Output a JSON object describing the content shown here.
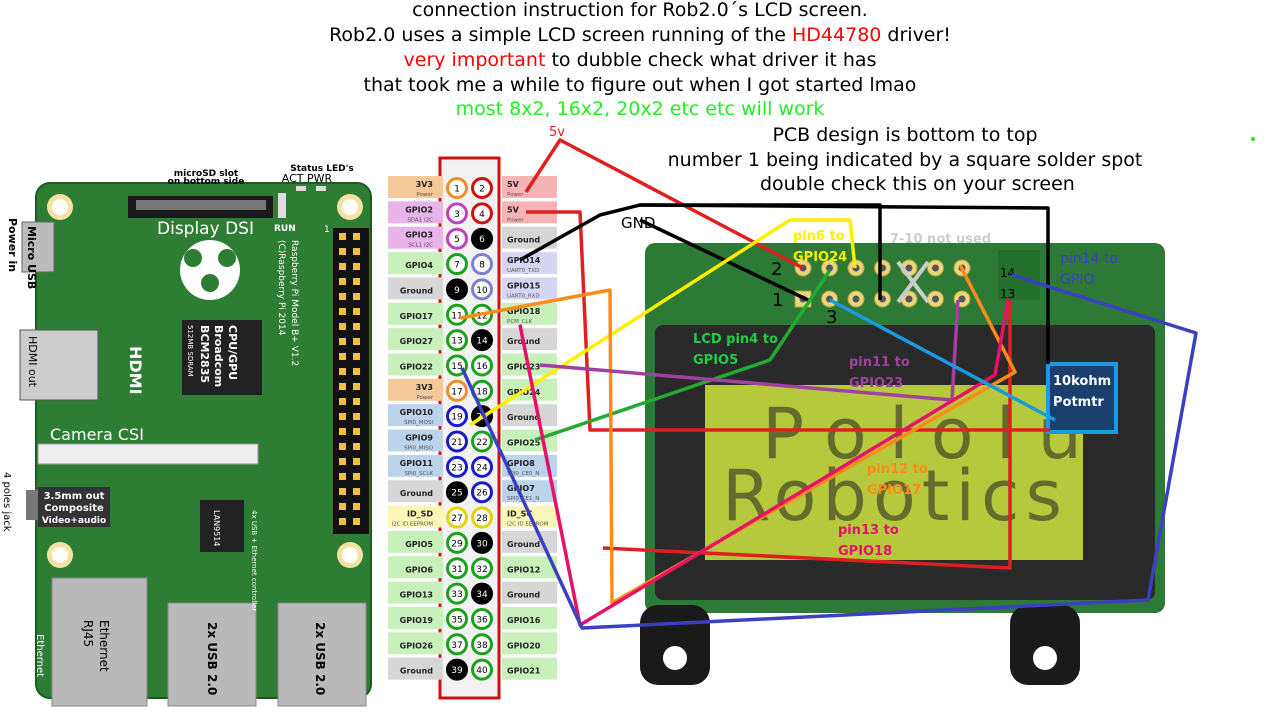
{
  "header": {
    "line1": "connection instruction for Rob2.0´s LCD screen.",
    "line2a": "Rob2.0 uses a simple LCD screen running of the ",
    "line2b": "HD44780",
    "line2c": " driver!",
    "line3a": "very important",
    "line3b": " to dubble check what driver it has",
    "line4": "that took me a while to figure out when I got started lmao",
    "line5": "most 8x2, 16x2, 20x2 etc etc will work"
  },
  "pcb_note": {
    "line1": "PCB design is bottom to top",
    "line2": "number 1 being indicated by a square solder spot",
    "line3": "double check this on your screen"
  },
  "rpi": {
    "microsd": "microSD slot",
    "microsd2": "on bottom side",
    "status": "Status LED's",
    "act": "ACT PWR",
    "run": "RUN",
    "dsi": "Display DSI",
    "power": "Power in",
    "usb": "Micro USB",
    "hdmi": "HDMI",
    "hdmi_out": "HDMI out",
    "csi": "Camera CSI",
    "cpu": "CPU/GPU",
    "cpu2": "Broadcom",
    "cpu3": "BCM2835",
    "cpu4": "512MB SDRAM",
    "model": "Raspberry Pi Model B+ V1.2",
    "copy": "(C)Raspberry Pi 2014",
    "audio1": "3.5mm out",
    "audio2": "Composite",
    "audio3": "Video+audio",
    "jack": "4 poles jack",
    "lan": "LAN9514",
    "lan_ctrl": "4x USB + Ethernet controller",
    "eth": "Ethernet",
    "rj": "RJ45",
    "usb_a": "2x USB 2.0",
    "usb_b": "2x USB 2.0",
    "eth_side": "Ethernet",
    "one": "1"
  },
  "pins_left": [
    {
      "n": "1",
      "name": "3V3",
      "sub": "Power"
    },
    {
      "n": "3",
      "name": "GPIO2",
      "sub": "SDA1 I2C"
    },
    {
      "n": "5",
      "name": "GPIO3",
      "sub": "SCL1 I2C"
    },
    {
      "n": "7",
      "name": "GPIO4",
      "sub": ""
    },
    {
      "n": "9",
      "name": "Ground",
      "sub": ""
    },
    {
      "n": "11",
      "name": "GPIO17",
      "sub": ""
    },
    {
      "n": "13",
      "name": "GPIO27",
      "sub": ""
    },
    {
      "n": "15",
      "name": "GPIO22",
      "sub": ""
    },
    {
      "n": "17",
      "name": "3V3",
      "sub": "Power"
    },
    {
      "n": "19",
      "name": "GPIO10",
      "sub": "SPI0_MOSI"
    },
    {
      "n": "21",
      "name": "GPIO9",
      "sub": "SPI0_MISO"
    },
    {
      "n": "23",
      "name": "GPIO11",
      "sub": "SPI0_SCLK"
    },
    {
      "n": "25",
      "name": "Ground",
      "sub": ""
    },
    {
      "n": "27",
      "name": "ID_SD",
      "sub": "I2C ID EEPROM"
    },
    {
      "n": "29",
      "name": "GPIO5",
      "sub": ""
    },
    {
      "n": "31",
      "name": "GPIO6",
      "sub": ""
    },
    {
      "n": "33",
      "name": "GPIO13",
      "sub": ""
    },
    {
      "n": "35",
      "name": "GPIO19",
      "sub": ""
    },
    {
      "n": "37",
      "name": "GPIO26",
      "sub": ""
    },
    {
      "n": "39",
      "name": "Ground",
      "sub": ""
    }
  ],
  "pins_right": [
    {
      "n": "2",
      "name": "5V",
      "sub": "Power"
    },
    {
      "n": "4",
      "name": "5V",
      "sub": "Power"
    },
    {
      "n": "6",
      "name": "Ground",
      "sub": ""
    },
    {
      "n": "8",
      "name": "GPIO14",
      "sub": "UART0_TXD"
    },
    {
      "n": "10",
      "name": "GPIO15",
      "sub": "UART0_RXD"
    },
    {
      "n": "12",
      "name": "GPIO18",
      "sub": "PCM_CLK"
    },
    {
      "n": "14",
      "name": "Ground",
      "sub": ""
    },
    {
      "n": "16",
      "name": "GPIO23",
      "sub": ""
    },
    {
      "n": "18",
      "name": "GPIO24",
      "sub": ""
    },
    {
      "n": "20",
      "name": "Ground",
      "sub": ""
    },
    {
      "n": "22",
      "name": "GPIO25",
      "sub": ""
    },
    {
      "n": "24",
      "name": "GPIO8",
      "sub": "SPI0_CE0_N"
    },
    {
      "n": "26",
      "name": "GPIO7",
      "sub": "SPI0_CE1_N"
    },
    {
      "n": "28",
      "name": "ID_SC",
      "sub": "I2C ID EEPROM"
    },
    {
      "n": "30",
      "name": "Ground",
      "sub": ""
    },
    {
      "n": "32",
      "name": "GPIO12",
      "sub": ""
    },
    {
      "n": "34",
      "name": "Ground",
      "sub": ""
    },
    {
      "n": "36",
      "name": "GPIO16",
      "sub": ""
    },
    {
      "n": "38",
      "name": "GPIO20",
      "sub": ""
    },
    {
      "n": "40",
      "name": "GPIO21",
      "sub": ""
    }
  ],
  "lcd": {
    "line1": "Pololu",
    "line2": "Robotics",
    "not_used": "7-10 not used",
    "p1": "1",
    "p2": "2",
    "p3": "3",
    "p13": "13",
    "p14": "14",
    "pot1": "10kohm",
    "pot2": "Potmtr"
  },
  "labels": {
    "v5": "5v",
    "gnd": "GND",
    "pin6a": "pin6 to",
    "pin6b": "GPIO24",
    "pin14a": "pin14 to",
    "pin14b": "GPIO",
    "lcd4a": "LCD pin4 to",
    "lcd4b": "GPIO5",
    "pin11a": "pin11 to",
    "pin11b": "GPIO23",
    "pin12a": "pin12 to",
    "pin12b": "GPIO17",
    "pin13a": "pin13 to",
    "pin13b": "GPIO18"
  },
  "colors": {
    "wire_red": "#e02020",
    "wire_black": "#000000",
    "wire_yellow": "#ffee00",
    "wire_green": "#22aa33",
    "wire_orange": "#ff8c1a",
    "wire_purple": "#a040a0",
    "wire_magenta": "#e8106a",
    "wire_blue": "#3a40c0",
    "wire_cyan": "#1a9ae0",
    "pcb_green": "#2c7a36",
    "lcd_bezel": "#2a2a2a",
    "lcd_screen": "#b6c83c"
  }
}
